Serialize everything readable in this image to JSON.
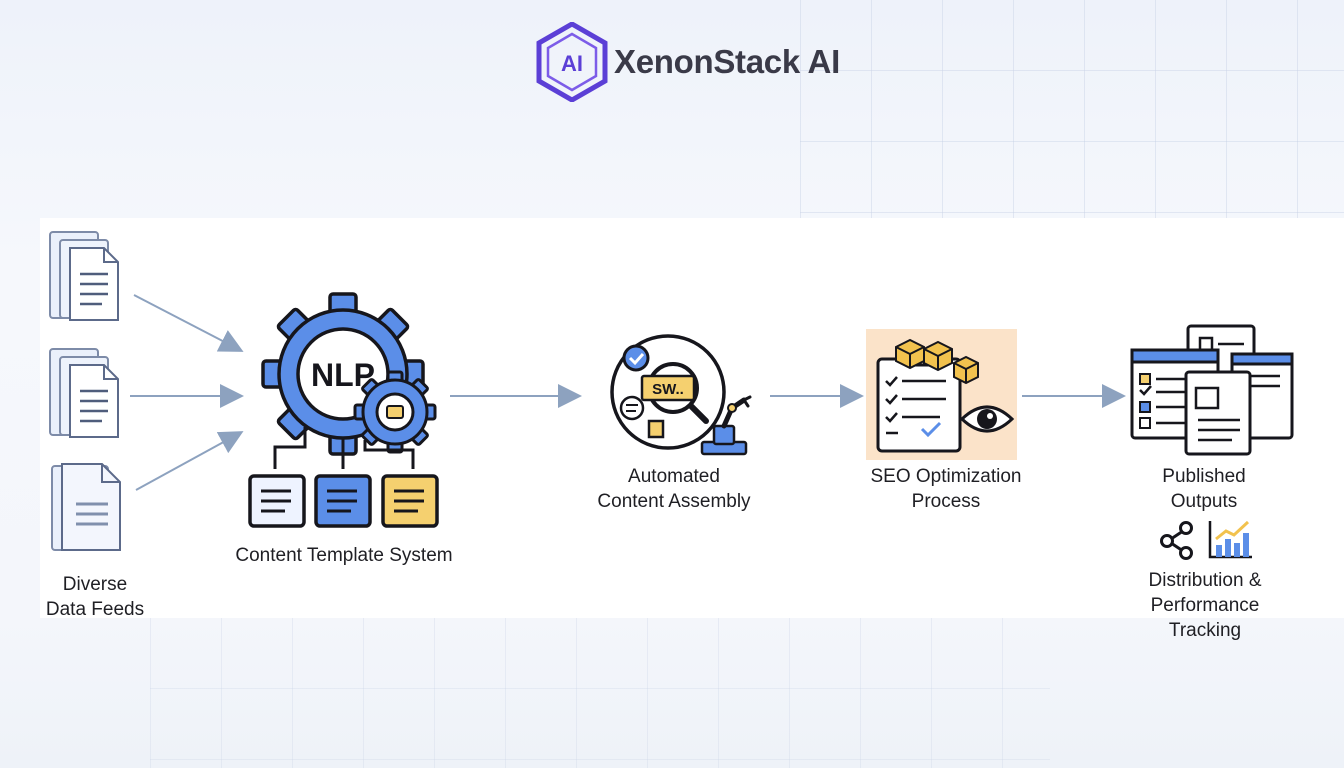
{
  "brand": {
    "name": "XenonStack AI",
    "mark_text": "AI"
  },
  "stages": {
    "feeds": {
      "lines": [
        "Diverse",
        "Data Feeds"
      ]
    },
    "template": {
      "label": "Content Template System",
      "nlp_text": "NLP"
    },
    "assembly": {
      "lines": [
        "Automated",
        "Content Assembly"
      ],
      "screen_text": "SW.."
    },
    "seo": {
      "lines": [
        "SEO Optimization",
        "Process"
      ]
    },
    "published": {
      "lines": [
        "Published",
        "Outputs"
      ]
    },
    "distribution": {
      "lines": [
        "Distribution &",
        "Performance",
        "Tracking"
      ]
    }
  },
  "icons": {
    "feeds": [
      "document-stack-icon",
      "document-stack-icon",
      "document-icon"
    ],
    "template": [
      "gear-icon",
      "gear-icon",
      "template-card-icon"
    ],
    "assembly": [
      "magnifier-icon",
      "robot-arm-icon",
      "checkmark-icon"
    ],
    "seo": [
      "checklist-icon",
      "box-icon",
      "eye-icon"
    ],
    "published": [
      "documents-icon"
    ],
    "distribution": [
      "share-icon",
      "bar-chart-icon"
    ]
  },
  "colors": {
    "brand_purple": "#5b3fd6",
    "gear_blue": "#5b8ee8",
    "card_yellow": "#f5d06f",
    "seo_highlight": "#fbe3c9",
    "arrow": "#8da2bf"
  }
}
